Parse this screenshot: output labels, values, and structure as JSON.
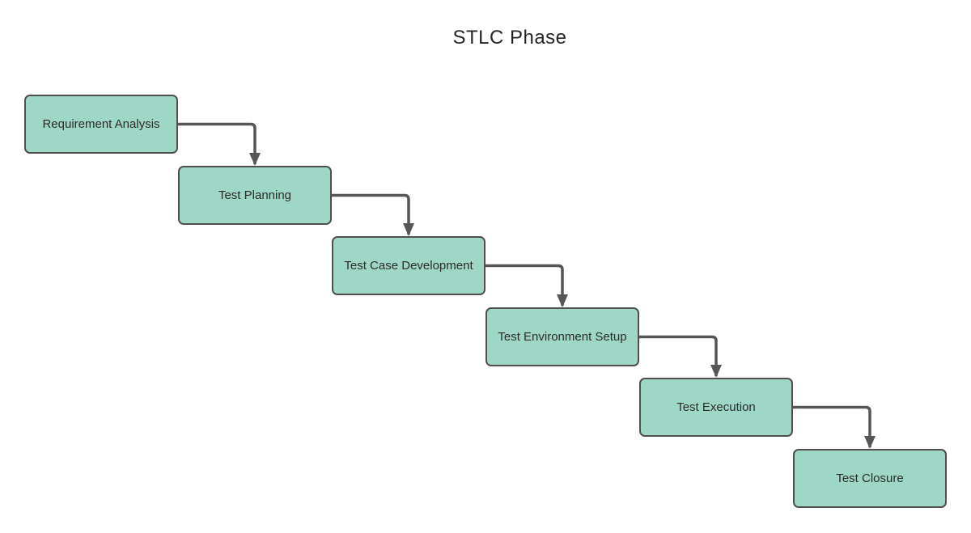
{
  "title": "STLC Phase",
  "colors": {
    "node-fill": "#9fd7c7",
    "node-border": "#4f4f4f",
    "node-text": "#2b2b2b",
    "arrow": "#565656",
    "title-text": "#262626",
    "canvas-bg": "#ffffff"
  },
  "diagram": {
    "type": "flowchart",
    "flow_direction": "top-left to bottom-right, sequential",
    "nodes": [
      {
        "label": "Requirement Analysis"
      },
      {
        "label": "Test Planning"
      },
      {
        "label": "Test Case Development"
      },
      {
        "label": "Test Environment Setup"
      },
      {
        "label": "Test Execution"
      },
      {
        "label": "Test Closure"
      }
    ],
    "edges": [
      {
        "from": "Requirement Analysis",
        "to": "Test Planning"
      },
      {
        "from": "Test Planning",
        "to": "Test Case Development"
      },
      {
        "from": "Test Case Development",
        "to": "Test Environment Setup"
      },
      {
        "from": "Test Environment Setup",
        "to": "Test Execution"
      },
      {
        "from": "Test Execution",
        "to": "Test Closure"
      }
    ]
  }
}
